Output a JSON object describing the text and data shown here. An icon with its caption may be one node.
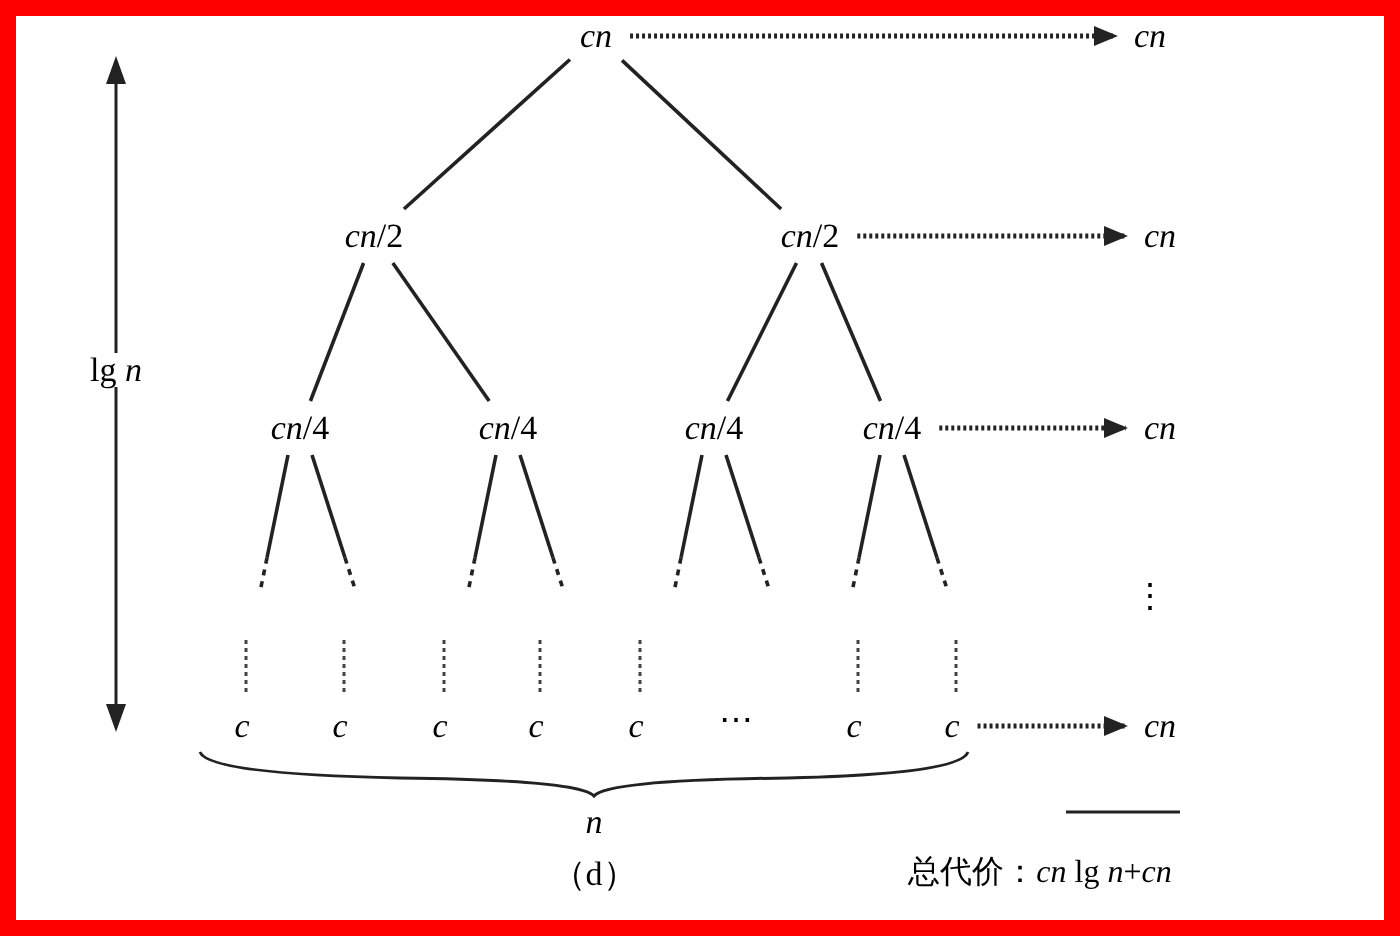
{
  "diagram": {
    "nodes": [
      {
        "text": [
          "cn"
        ]
      },
      {
        "text": [
          "*cn*/2"
        ]
      },
      {
        "text": [
          "*cn*/2"
        ]
      },
      {
        "text": [
          "*cn*/4"
        ]
      },
      {
        "text": [
          "*cn*/4"
        ]
      },
      {
        "text": [
          "*cn*/4"
        ]
      },
      {
        "text": [
          "*cn*/4"
        ]
      },
      {
        "text": [
          "c"
        ]
      },
      {
        "text": [
          "c"
        ]
      },
      {
        "text": [
          "c"
        ]
      },
      {
        "text": [
          "c"
        ]
      },
      {
        "text": [
          "c"
        ]
      },
      {
        "text": [
          "c"
        ]
      },
      {
        "text": [
          "c"
        ]
      },
      {
        "text": [
          "cn"
        ]
      },
      {
        "text": [
          "cn"
        ]
      },
      {
        "text": [
          "cn"
        ]
      },
      {
        "text": [
          "cn"
        ]
      }
    ],
    "edges": [
      {
        "from": 0,
        "to": 1,
        "arrow": "none"
      },
      {
        "from": 0,
        "to": 2,
        "arrow": "none"
      },
      {
        "from": 1,
        "to": 3,
        "arrow": "none"
      },
      {
        "from": 1,
        "to": 4,
        "arrow": "none"
      },
      {
        "from": 2,
        "to": 5,
        "arrow": "none"
      },
      {
        "from": 2,
        "to": 6,
        "arrow": "none"
      },
      {
        "from": 0,
        "to": 14,
        "arrow": "to",
        "style": "dashed"
      },
      {
        "from": 2,
        "to": 15,
        "arrow": "to",
        "style": "dashed"
      },
      {
        "from": 6,
        "to": 16,
        "arrow": "to",
        "style": "dashed"
      },
      {
        "from": 13,
        "to": 17,
        "arrow": "to",
        "style": "dashed"
      }
    ],
    "labels": [
      "lg *n*",
      "⋮",
      "⋯",
      "*n*",
      "（d）",
      "总代价：*cn* lg *n*+*cn*"
    ]
  }
}
